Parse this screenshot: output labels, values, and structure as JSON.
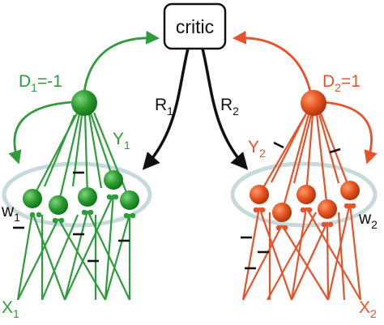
{
  "critic": {
    "label": "critic"
  },
  "left": {
    "color": "#2e9b3c",
    "d_base": "D",
    "d_sub": "1",
    "d_value": "=-1",
    "r_base": "R",
    "r_sub": "1",
    "y_base": "Y",
    "y_sub": "1",
    "w_base": "w",
    "w_sub": "1",
    "x_base": "X",
    "x_sub": "1"
  },
  "right": {
    "color": "#e5532b",
    "d_base": "D",
    "d_sub": "2",
    "d_value": "=1",
    "r_base": "R",
    "r_sub": "2",
    "y_base": "Y",
    "y_sub": "2",
    "w_base": "w",
    "w_sub": "2",
    "x_base": "X",
    "x_sub": "2"
  }
}
